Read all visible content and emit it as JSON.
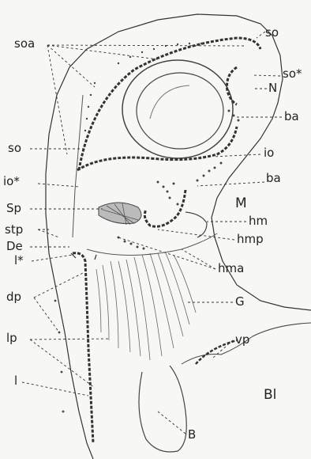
{
  "labels": {
    "soa": "soa",
    "so_top": "so",
    "so_star": "so*",
    "N": "N",
    "ba_top": "ba",
    "so_left": "so",
    "io": "io",
    "io_star": "io*",
    "ba_mid": "ba",
    "Sp": "Sp",
    "M": "M",
    "hm": "hm",
    "stp": "stp",
    "hmp": "hmp",
    "De": "De",
    "l_star": "l*",
    "hma": "hma",
    "dp": "dp",
    "G": "G",
    "lp": "lp",
    "vp": "vp",
    "l": "l",
    "Bl": "Bl",
    "B": "B"
  }
}
